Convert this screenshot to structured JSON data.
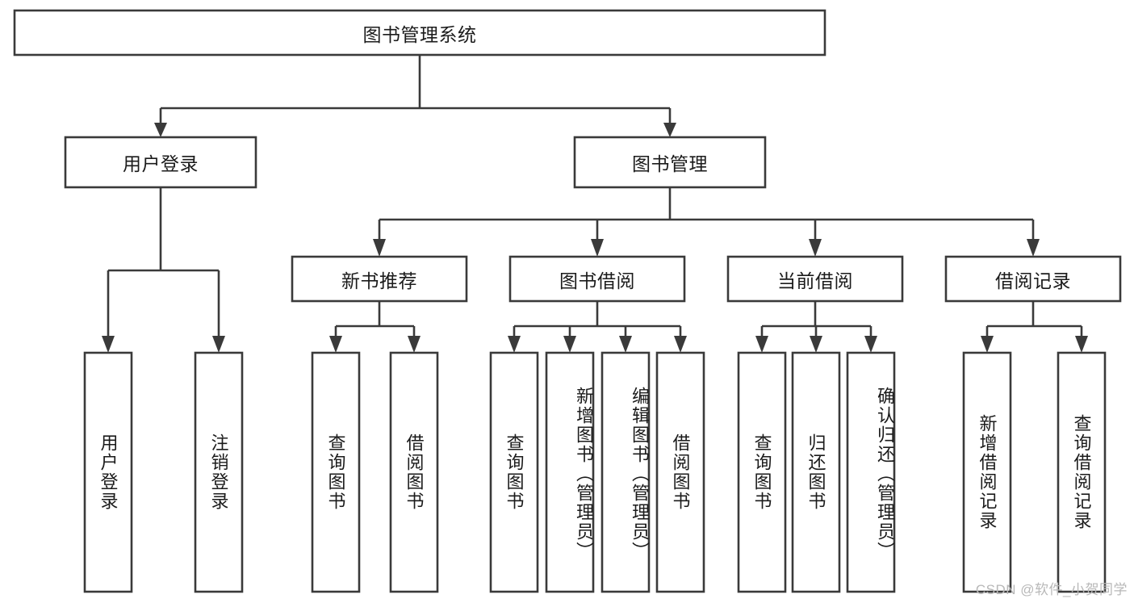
{
  "diagram": {
    "title": "图书管理系统",
    "watermark": "CSDN @软件_小贺同学",
    "colors": {
      "stroke": "#3a3a3a",
      "box_fill": "#ffffff",
      "text": "#1b1b1b",
      "background": "#ffffff",
      "watermark": "#b8b8b8"
    },
    "nodes": {
      "root": {
        "label": "图书管理系统"
      },
      "level2": [
        {
          "label": "用户登录"
        },
        {
          "label": "图书管理"
        }
      ],
      "level3": [
        {
          "label": "新书推荐"
        },
        {
          "label": "图书借阅"
        },
        {
          "label": "当前借阅"
        },
        {
          "label": "借阅记录"
        }
      ],
      "leaves": {
        "user_login": [
          {
            "label": "用户登录"
          },
          {
            "label": "注销登录"
          }
        ],
        "new_book_recommend": [
          {
            "label": "查询图书"
          },
          {
            "label": "借阅图书"
          }
        ],
        "book_borrow": [
          {
            "label": "查询图书"
          },
          {
            "label": "新增图书（管理员）"
          },
          {
            "label": "编辑图书（管理员）"
          },
          {
            "label": "借阅图书"
          }
        ],
        "current_borrow": [
          {
            "label": "查询图书"
          },
          {
            "label": "归还图书"
          },
          {
            "label": "确认归还（管理员）"
          }
        ],
        "borrow_record": [
          {
            "label": "新增借阅记录"
          },
          {
            "label": "查询借阅记录"
          }
        ]
      }
    }
  }
}
